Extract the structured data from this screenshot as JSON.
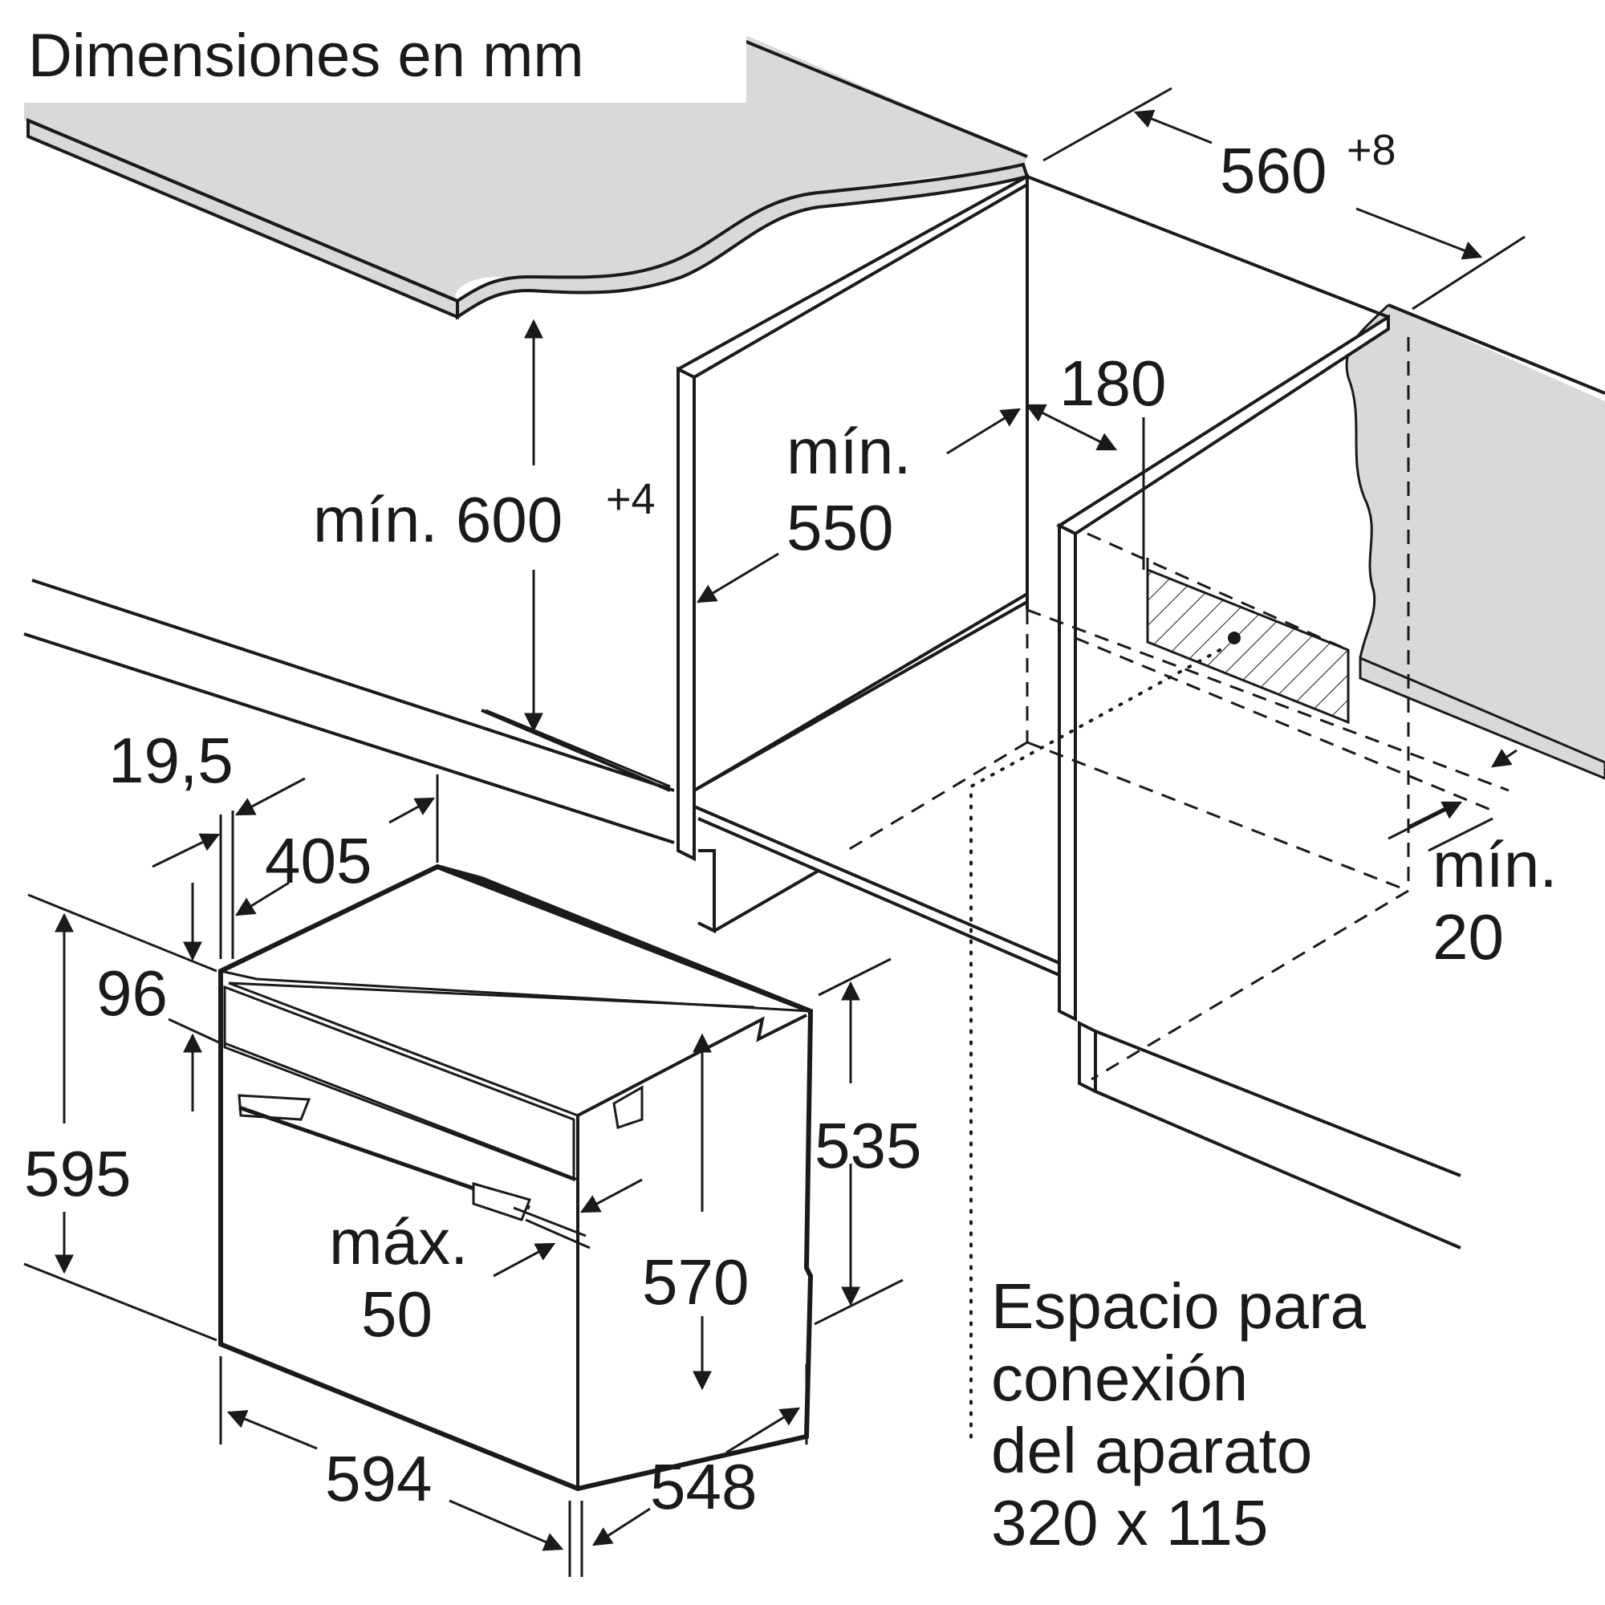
{
  "title": "Dimensiones en mm",
  "colors": {
    "line": "#1a1a1a",
    "countertop": "#d9d9d9",
    "background": "#ffffff"
  },
  "labels": {
    "w560": "560",
    "w560_sup": "+8",
    "d180": "180",
    "min_word_1": "mín.",
    "v550": "550",
    "min_600": "mín. 600",
    "min_600_sup": "+4",
    "v19_5": "19,5",
    "v405": "405",
    "v96": "96",
    "v595": "595",
    "v535": "535",
    "max_word": "máx.",
    "v50": "50",
    "v570": "570",
    "v594": "594",
    "v548": "548",
    "min_word_2": "mín.",
    "v20": "20",
    "connection_1": "Espacio para",
    "connection_2": "conexión",
    "connection_3": "del aparato",
    "connection_4": "320 x 115"
  }
}
